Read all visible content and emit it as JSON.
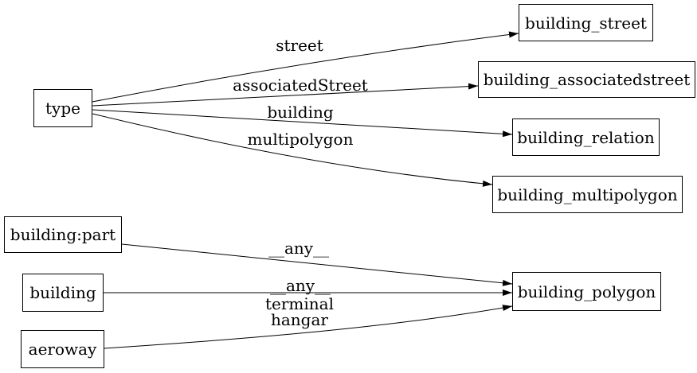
{
  "diagram": {
    "title": "building tag to relation-type mapping graph",
    "colors": {
      "background": "#ffffff",
      "stroke": "#000000",
      "text": "#000000"
    },
    "nodes": {
      "type": {
        "label": "type"
      },
      "building_street": {
        "label": "building_street"
      },
      "building_associatedstreet": {
        "label": "building_associatedstreet"
      },
      "building_relation": {
        "label": "building_relation"
      },
      "building_multipolygon": {
        "label": "building_multipolygon"
      },
      "building_part": {
        "label": "building:part"
      },
      "building": {
        "label": "building"
      },
      "aeroway": {
        "label": "aeroway"
      },
      "building_polygon": {
        "label": "building_polygon"
      }
    },
    "edges": [
      {
        "from": "type",
        "to": "building_street",
        "label": "street"
      },
      {
        "from": "type",
        "to": "building_associatedstreet",
        "label": "associatedStreet"
      },
      {
        "from": "type",
        "to": "building_relation",
        "label": "building"
      },
      {
        "from": "type",
        "to": "building_multipolygon",
        "label": "multipolygon"
      },
      {
        "from": "building:part",
        "to": "building_polygon",
        "label": "__any__"
      },
      {
        "from": "building",
        "to": "building_polygon",
        "label": "__any__"
      },
      {
        "from": "aeroway",
        "to": "building_polygon",
        "label": "terminal\nhangar"
      }
    ]
  }
}
